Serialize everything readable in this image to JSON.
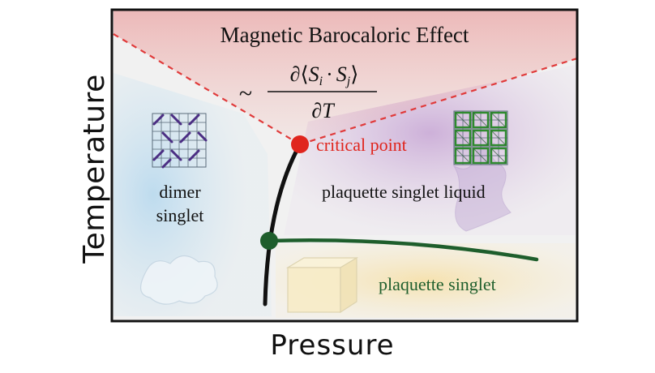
{
  "title": "Magnetic Barocaloric Effect",
  "formula": {
    "prefix": "~",
    "numerator_d": "∂",
    "numerator_open": "⟨",
    "numerator_S": "S",
    "numerator_i": "i",
    "numerator_dot": "·",
    "numerator_j": "j",
    "numerator_close": "⟩",
    "denominator": "∂T"
  },
  "axes": {
    "x_label": "Pressure",
    "y_label": "Temperature"
  },
  "phases": {
    "dimer_line1": "dimer",
    "dimer_line2": "singlet",
    "plaquette_liquid": "plaquette singlet liquid",
    "plaquette_solid": "plaquette singlet"
  },
  "points": {
    "critical": "critical point"
  },
  "colors": {
    "critical": "#e0251d",
    "plaquette_line": "#1e5e2c",
    "boundary": "#111111",
    "dashed": "#e03a3a",
    "dimer_lattice": "#4b2e83",
    "plaquette_lattice": "#2f8a2f"
  }
}
